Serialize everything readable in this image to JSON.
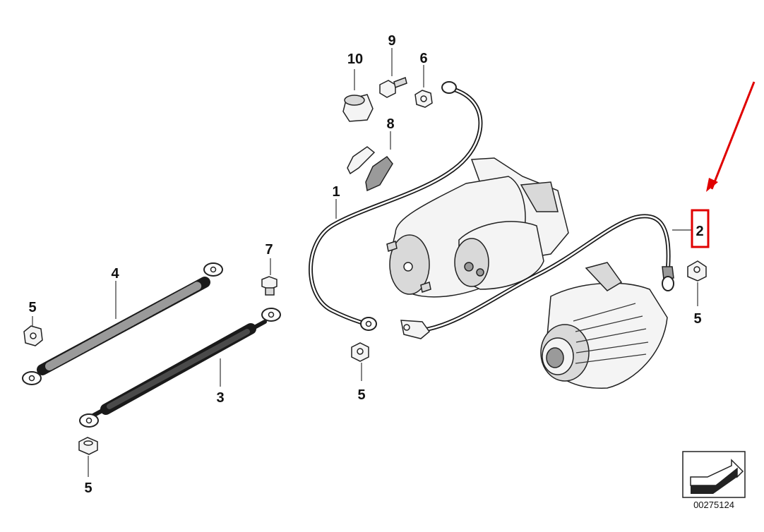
{
  "diagram": {
    "part_numbers": [
      "10",
      "9",
      "6",
      "8",
      "1",
      "7",
      "4",
      "5",
      "3",
      "5",
      "5",
      "2",
      "5"
    ],
    "catalog_number": "00275124"
  },
  "highlight": {
    "color": "#e00000",
    "target_part": "2"
  },
  "icons": {
    "bottom_right": "reference-arrow-icon"
  }
}
